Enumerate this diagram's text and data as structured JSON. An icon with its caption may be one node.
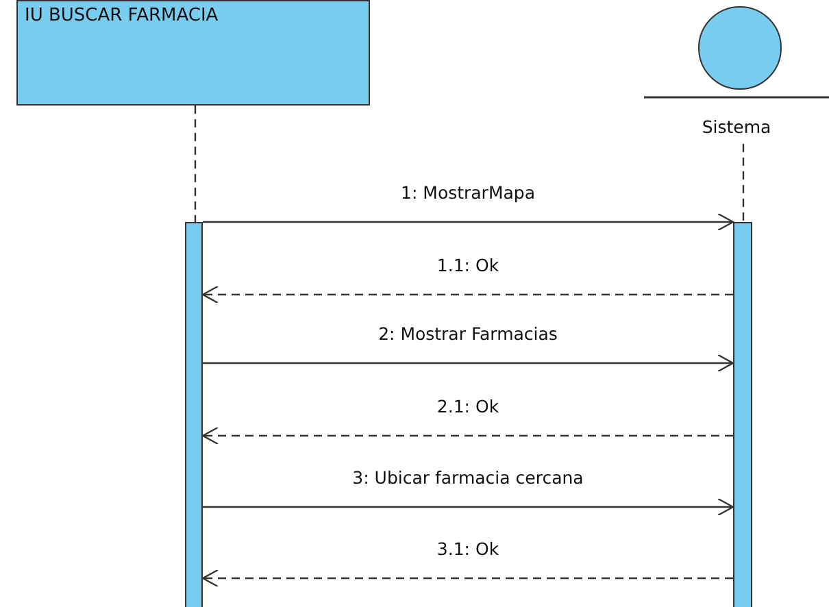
{
  "diagram": {
    "nodes": [
      {
        "text": [
          "IU BUSCAR FARMACIA"
        ]
      },
      {
        "text": [
          "Sistema"
        ]
      },
      {
        "text": [],
        "shape": "bar"
      },
      {
        "text": [],
        "shape": "bar"
      }
    ],
    "edges": [
      {
        "from": 0,
        "to": 2,
        "arrow": "none",
        "style": "dashed"
      },
      {
        "from": 1,
        "to": 3,
        "arrow": "none",
        "style": "dashed"
      },
      {
        "from": 2,
        "to": 3,
        "arrow": "to",
        "label": "1: MostrarMapa"
      },
      {
        "from": 3,
        "to": 2,
        "arrow": "to",
        "label": "1.1: Ok",
        "style": "dashed"
      },
      {
        "from": 2,
        "to": 3,
        "arrow": "to",
        "label": "2: Mostrar Farmacias"
      },
      {
        "from": 3,
        "to": 2,
        "arrow": "to",
        "label": "2.1: Ok",
        "style": "dashed"
      },
      {
        "from": 2,
        "to": 3,
        "arrow": "to",
        "label": "3: Ubicar farmacia cercana"
      },
      {
        "from": 3,
        "to": 2,
        "arrow": "to",
        "label": "3.1: Ok",
        "style": "dashed"
      }
    ]
  }
}
